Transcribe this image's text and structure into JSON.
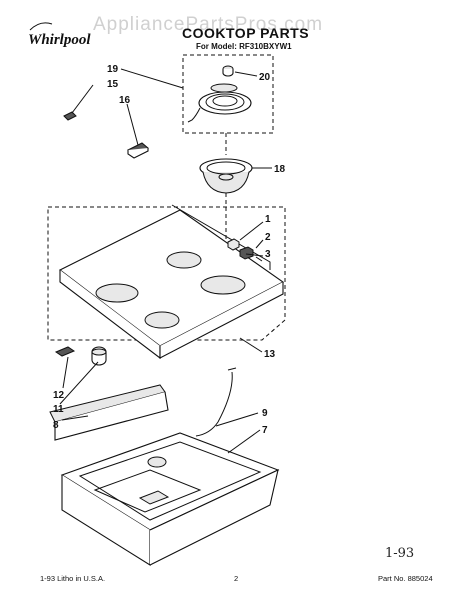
{
  "watermark": "AppliancePartsPros.com",
  "brand": "Whirlpool",
  "title": "COOKTOP PARTS",
  "model_line": "For Model: RF310BXYW1",
  "callouts": {
    "c1": "1",
    "c2": "2",
    "c3": "3",
    "c7": "7",
    "c8": "8",
    "c9": "9",
    "c11": "11",
    "c12": "12",
    "c13": "13",
    "c15": "15",
    "c16": "16",
    "c18": "18",
    "c19": "19",
    "c20": "20"
  },
  "footer": {
    "litho": "1-93 Litho in U.S.A.",
    "page": "2",
    "part_no": "Part No. 885024",
    "handwritten": "1-93"
  }
}
